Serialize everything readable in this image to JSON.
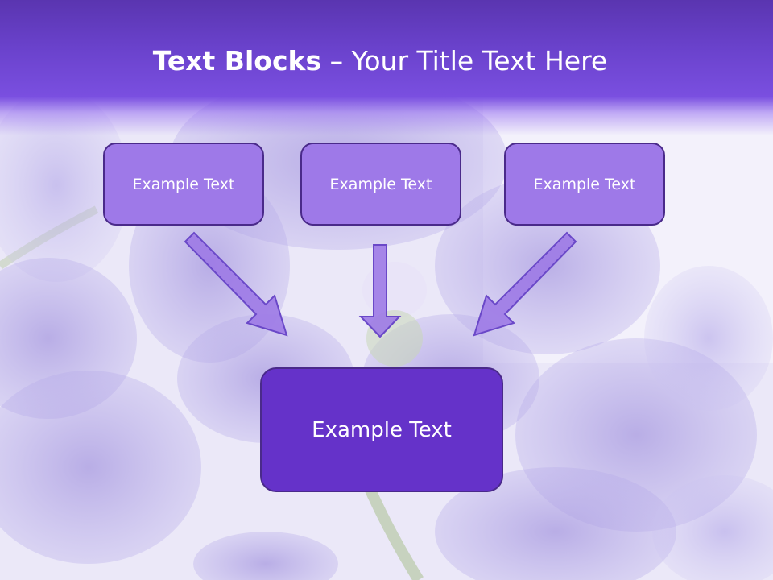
{
  "slide": {
    "title_bold": "Text Blocks",
    "title_dash": " – ",
    "title_rest": "Your Title Text Here",
    "blocks": [
      {
        "label": "Example Text"
      },
      {
        "label": "Example Text"
      },
      {
        "label": "Example Text"
      }
    ],
    "main_block": {
      "label": "Example Text"
    }
  },
  "colors": {
    "title_bar": "#6a42cc",
    "block_fill": "#9e79e8",
    "main_block_fill": "#6532c9",
    "border": "#4a2a8a",
    "arrow_fill": "#9d7ae6",
    "arrow_stroke": "#6a48c8"
  }
}
